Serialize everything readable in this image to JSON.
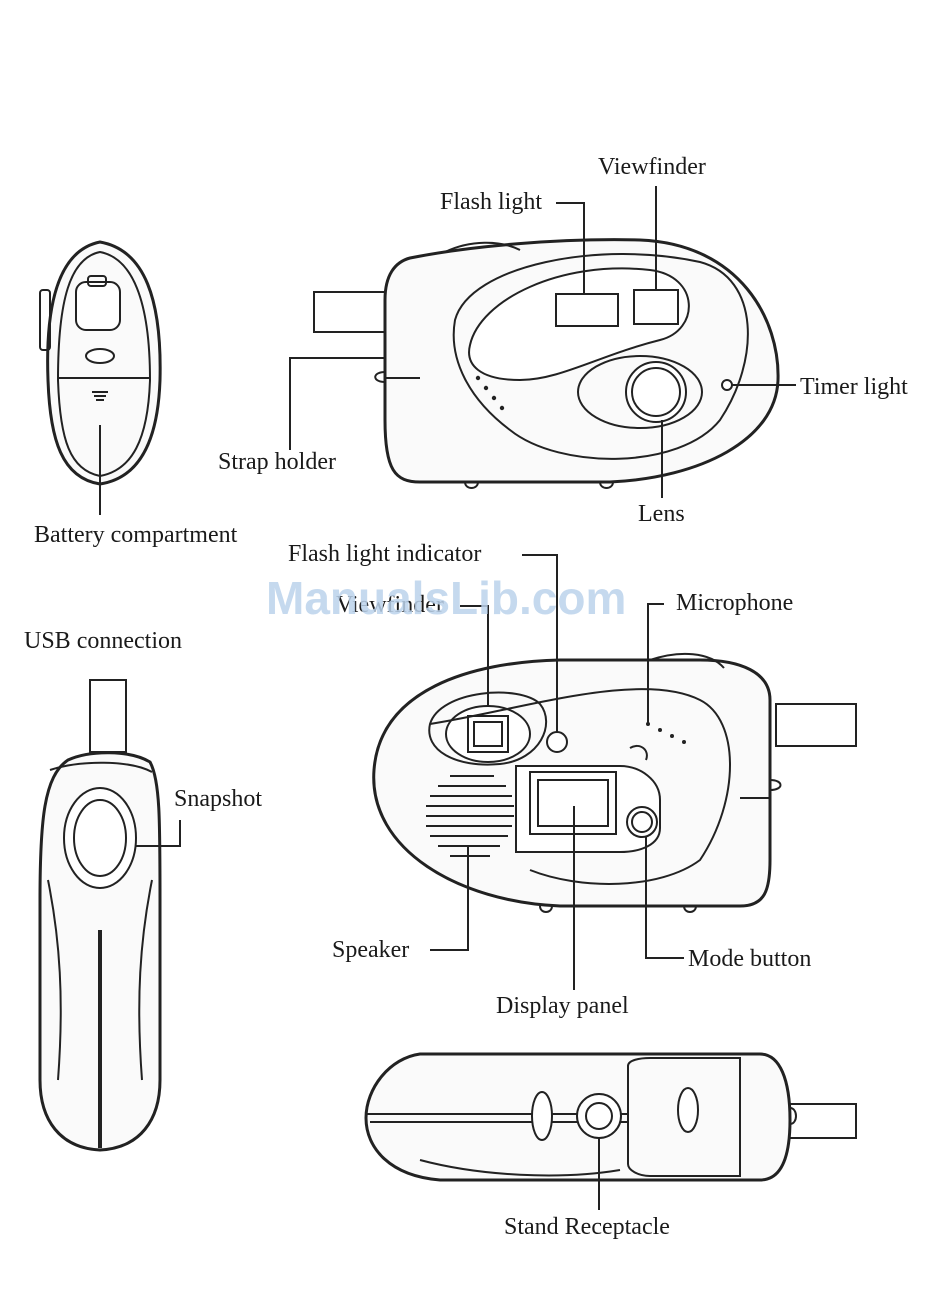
{
  "watermark": "ManualsLib.com",
  "labels": {
    "viewfinder_top": "Viewfinder",
    "flash_light": "Flash light",
    "timer_light": "Timer light",
    "strap_holder": "Strap holder",
    "lens": "Lens",
    "battery_compartment": "Battery compartment",
    "flash_light_indicator": "Flash light indicator",
    "viewfinder_back": "Viewfinder",
    "microphone": "Microphone",
    "usb_connection": "USB connection",
    "snapshot": "Snapshot",
    "speaker": "Speaker",
    "mode_button": "Mode button",
    "display_panel": "Display panel",
    "stand_receptacle": "Stand Receptacle"
  }
}
